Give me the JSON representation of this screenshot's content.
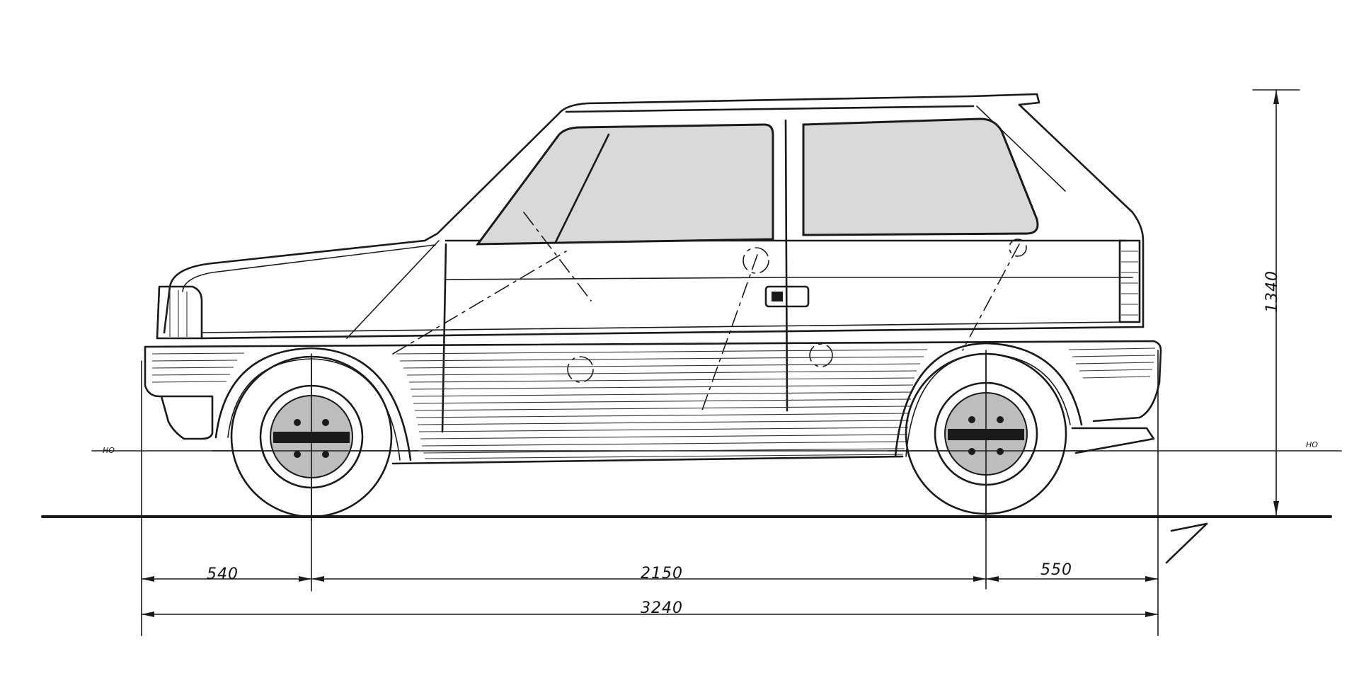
{
  "drawing": {
    "reference_line_label_left": "HO",
    "reference_line_label_right": "HO"
  },
  "dimensions": {
    "front_overhang": "540",
    "wheelbase": "2150",
    "rear_overhang": "550",
    "overall_length": "3240",
    "overall_height": "1340"
  },
  "colors": {
    "ink": "#1a1a1a",
    "paper": "#ffffff",
    "glass": "#d9d9d9"
  }
}
